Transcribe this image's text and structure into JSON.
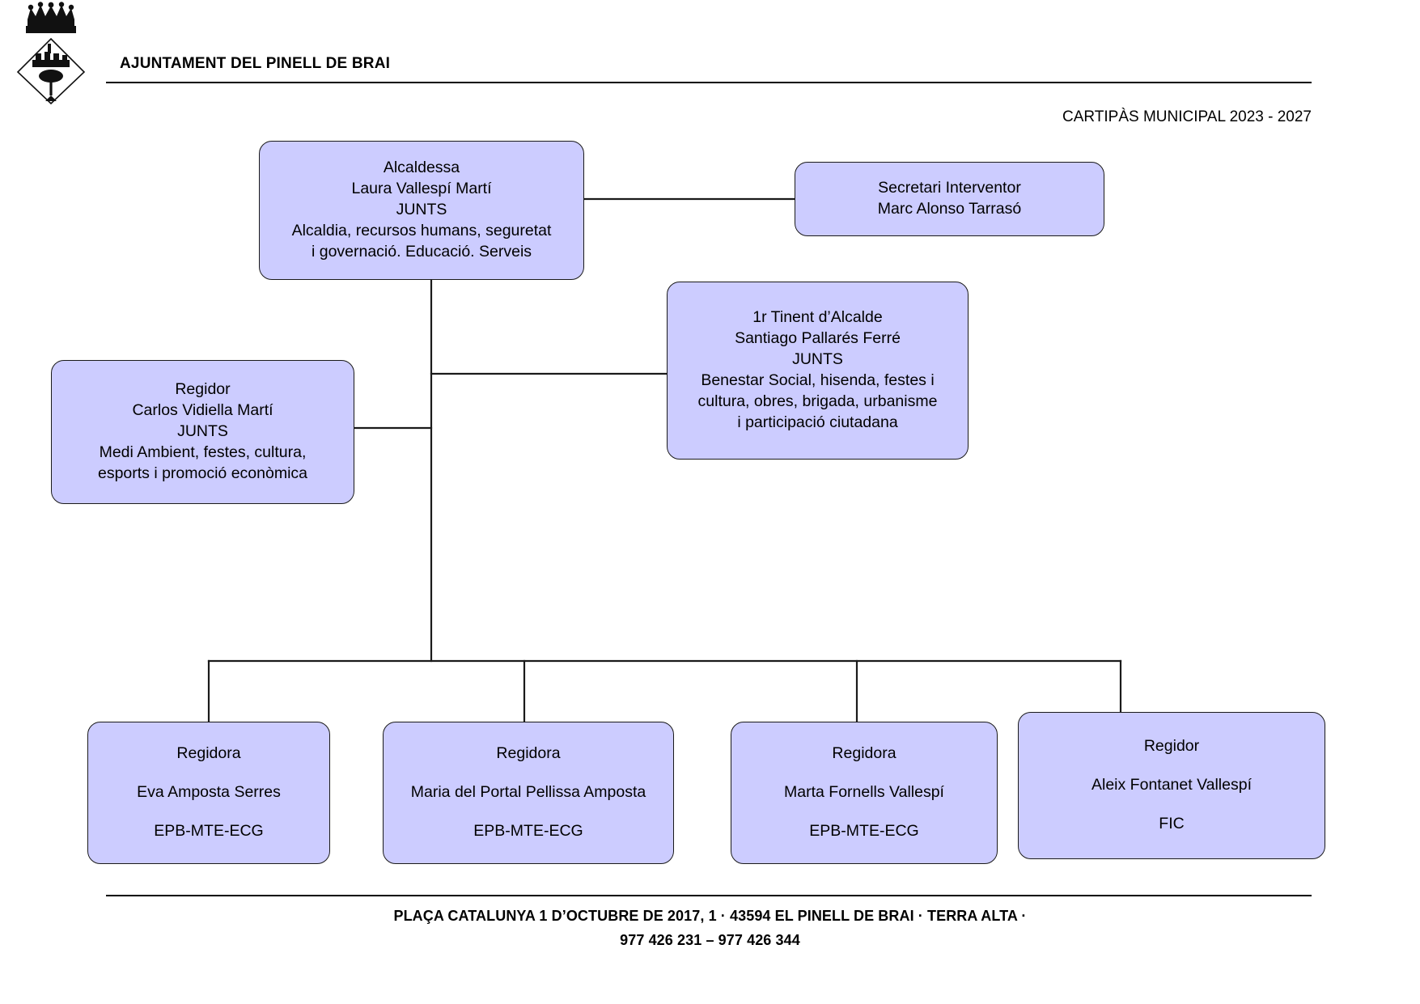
{
  "header": {
    "title": "AJUNTAMENT DEL PINELL DE BRAI",
    "subtitle": "CARTIPÀS MUNICIPAL 2023 - 2027",
    "crest_icon": "coat-of-arms-icon"
  },
  "org_chart": {
    "mayor": {
      "role": "Alcaldessa",
      "name": "Laura Vallespí Martí",
      "party": "JUNTS",
      "portfolio_line_1": "Alcaldia, recursos humans, seguretat",
      "portfolio_line_2": "i governació. Educació. Serveis"
    },
    "secretary": {
      "role": "Secretari Interventor",
      "name": "Marc Alonso Tarrasó"
    },
    "deputy_mayor": {
      "role": "1r Tinent d’Alcalde",
      "name": "Santiago Pallarés Ferré",
      "party": "JUNTS",
      "portfolio_line_1": "Benestar Social, hisenda, festes i",
      "portfolio_line_2": "cultura, obres, brigada, urbanisme",
      "portfolio_line_3": "i participació ciutadana"
    },
    "councillor_left": {
      "role": "Regidor",
      "name": "Carlos Vidiella Martí",
      "party": "JUNTS",
      "portfolio_line_1": "Medi Ambient, festes, cultura,",
      "portfolio_line_2": "esports i promoció econòmica"
    },
    "bottom_row": [
      {
        "role": "Regidora",
        "name": "Eva Amposta Serres",
        "party": "EPB-MTE-ECG"
      },
      {
        "role": "Regidora",
        "name": "Maria del Portal Pellissa Amposta",
        "party": "EPB-MTE-ECG"
      },
      {
        "role": "Regidora",
        "name": "Marta Fornells Vallespí",
        "party": "EPB-MTE-ECG"
      },
      {
        "role": "Regidor",
        "name": "Aleix Fontanet Vallespí",
        "party": "FIC"
      }
    ]
  },
  "footer": {
    "line_1": "PLAÇA CATALUNYA 1 D’OCTUBRE DE 2017, 1 · 43594 EL PINELL DE BRAI · TERRA ALTA ·",
    "line_2": "977 426 231 – 977 426 344"
  },
  "colors": {
    "node_fill": "#ccccff",
    "node_border": "#1a1a1a",
    "rule": "#000000",
    "text": "#000000"
  }
}
